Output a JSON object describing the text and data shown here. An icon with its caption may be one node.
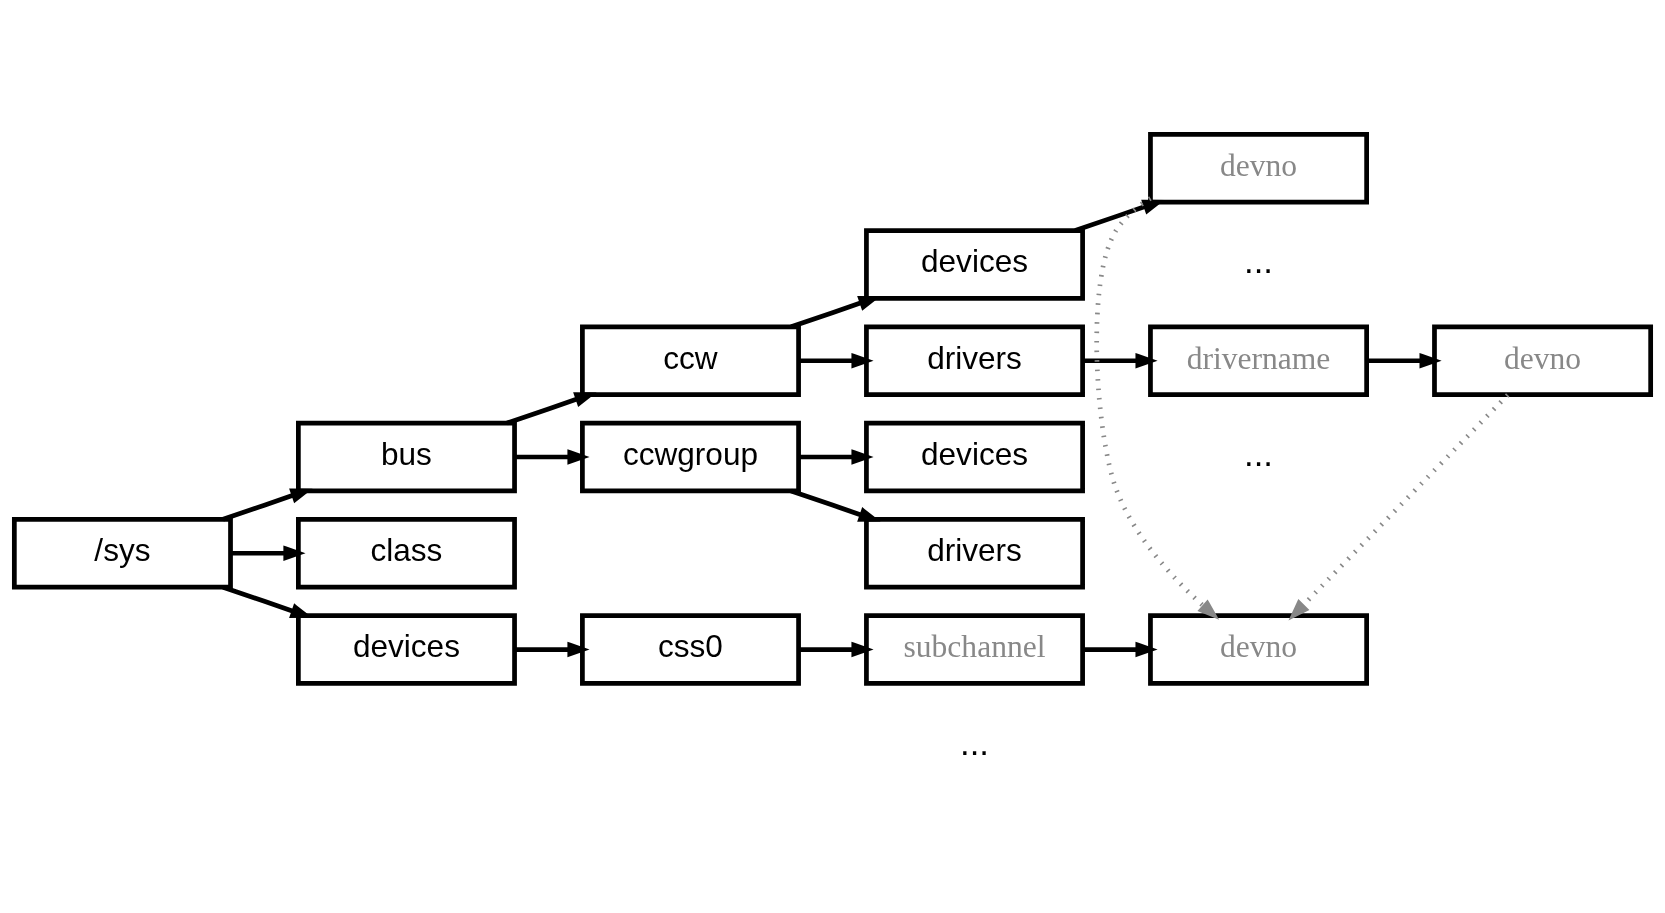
{
  "diagram": {
    "nodes": [
      {
        "text": [
          "/sys"
        ]
      },
      {
        "text": [
          "bus"
        ]
      },
      {
        "text": [
          "class"
        ]
      },
      {
        "text": [
          "devices"
        ]
      },
      {
        "text": [
          "ccw"
        ]
      },
      {
        "text": [
          "ccwgroup"
        ]
      },
      {
        "text": [
          "devices"
        ]
      },
      {
        "text": [
          "drivers"
        ]
      },
      {
        "text": [
          "devices"
        ]
      },
      {
        "text": [
          "drivers"
        ]
      },
      {
        "text": [
          "devno"
        ]
      },
      {
        "text": [
          "drivername"
        ]
      },
      {
        "text": [
          "devno"
        ]
      },
      {
        "text": [
          "css0"
        ]
      },
      {
        "text": [
          "subchannel"
        ]
      },
      {
        "text": [
          "devno"
        ]
      }
    ],
    "edges": [
      {
        "from": 0,
        "to": 1,
        "arrow": "to"
      },
      {
        "from": 0,
        "to": 2,
        "arrow": "to"
      },
      {
        "from": 0,
        "to": 3,
        "arrow": "to"
      },
      {
        "from": 1,
        "to": 4,
        "arrow": "to"
      },
      {
        "from": 1,
        "to": 5,
        "arrow": "to"
      },
      {
        "from": 4,
        "to": 6,
        "arrow": "to"
      },
      {
        "from": 4,
        "to": 7,
        "arrow": "to"
      },
      {
        "from": 5,
        "to": 8,
        "arrow": "to"
      },
      {
        "from": 5,
        "to": 9,
        "arrow": "to"
      },
      {
        "from": 6,
        "to": 10,
        "arrow": "to"
      },
      {
        "from": 7,
        "to": 11,
        "arrow": "to"
      },
      {
        "from": 11,
        "to": 12,
        "arrow": "to"
      },
      {
        "from": 3,
        "to": 13,
        "arrow": "to"
      },
      {
        "from": 13,
        "to": 14,
        "arrow": "to"
      },
      {
        "from": 14,
        "to": 15,
        "arrow": "to"
      },
      {
        "from": 10,
        "to": 15,
        "arrow": "to",
        "style": "dashed",
        "color": "#888888"
      },
      {
        "from": 12,
        "to": 15,
        "arrow": "to",
        "style": "dashed",
        "color": "#888888"
      }
    ],
    "labels": [
      "...",
      "...",
      "..."
    ]
  }
}
